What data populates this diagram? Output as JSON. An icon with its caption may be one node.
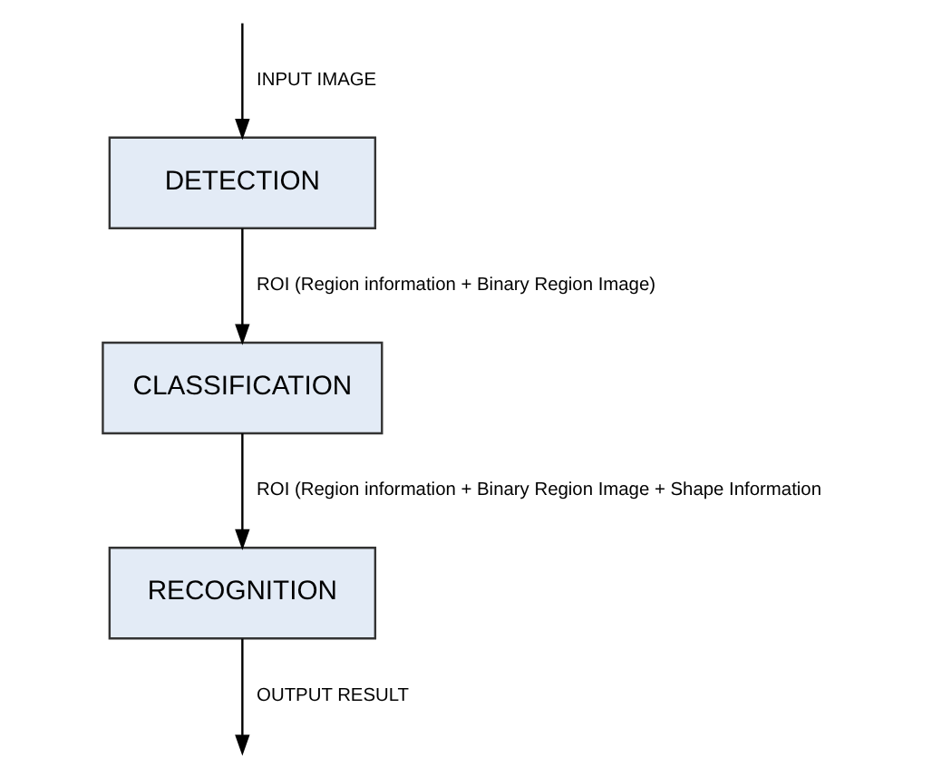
{
  "diagram": {
    "nodes": [
      {
        "text": [
          "DETECTION"
        ]
      },
      {
        "text": [
          "CLASSIFICATION"
        ]
      },
      {
        "text": [
          "RECOGNITION"
        ]
      }
    ],
    "edges": [
      {
        "from": null,
        "to": 0,
        "arrow": "to",
        "label": "INPUT IMAGE"
      },
      {
        "from": 0,
        "to": 1,
        "arrow": "to",
        "label": "ROI (Region information + Binary Region Image)"
      },
      {
        "from": 1,
        "to": 2,
        "arrow": "to",
        "label": "ROI (Region information + Binary Region Image + Shape Information"
      },
      {
        "from": 2,
        "to": null,
        "arrow": "to",
        "label": "OUTPUT RESULT"
      }
    ]
  }
}
